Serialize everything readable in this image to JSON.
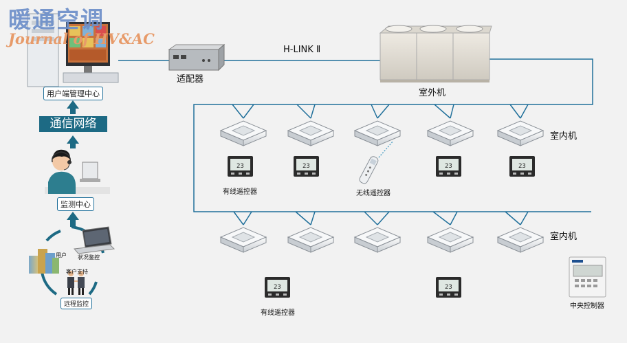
{
  "logo": {
    "chinese": "暖通空调",
    "english": "Journal of HV&AC"
  },
  "left": {
    "user_center": "用户端管理中心",
    "network": "通信网络",
    "monitor_center": "监测中心",
    "ring": {
      "user": "用户",
      "status": "状况鉴控",
      "support": "客户支持",
      "remote": "远程监控"
    }
  },
  "main": {
    "hlink": "H-LINK Ⅱ",
    "adapter": "适配器",
    "outdoor": "室外机",
    "indoor_top": "室内机",
    "indoor_bottom": "室内机",
    "wired_top": "有线遥控器",
    "wireless": "无线遥控器",
    "wired_bottom": "有线遥控器",
    "central": "中央控制器",
    "thermostat_display": "23"
  },
  "colors": {
    "line": "#1f6f9a",
    "accent": "#1d6a84"
  }
}
